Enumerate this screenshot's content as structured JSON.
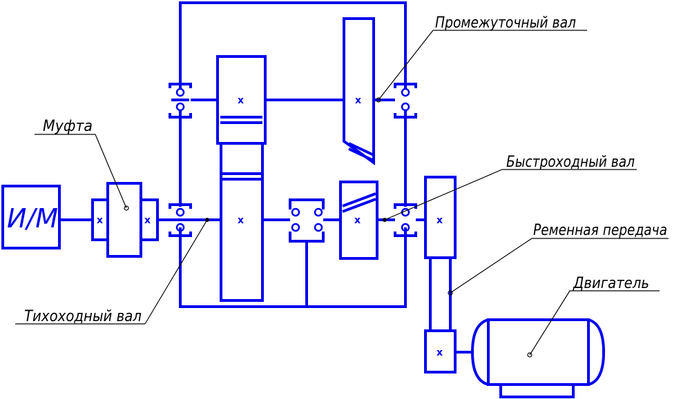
{
  "labels": {
    "intermediate_shaft": "Промежуточный вал",
    "coupling": "Муфта",
    "high_speed_shaft": "Быстроходный вал",
    "belt_drive": "Ременная передача",
    "low_speed_shaft": "Тихоходный вал",
    "motor": "Двигатель",
    "working_machine": "И/М"
  },
  "shaft_marks": [
    "x",
    "x",
    "x",
    "x",
    "x",
    "x",
    "x",
    "x"
  ],
  "colors": {
    "lines": "#0000ee",
    "leaders": "#000000",
    "background": "#ffffff"
  }
}
